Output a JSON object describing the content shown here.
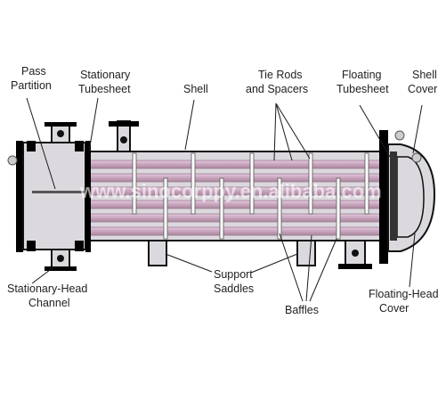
{
  "labels": {
    "pass_partition": [
      "Pass",
      "Partition"
    ],
    "stationary_tubesheet": [
      "Stationary",
      "Tubesheet"
    ],
    "shell": [
      "Shell"
    ],
    "tie_rods_spacers": [
      "Tie Rods",
      "and Spacers"
    ],
    "floating_tubesheet": [
      "Floating",
      "Tubesheet"
    ],
    "shell_cover": [
      "Shell",
      "Cover"
    ],
    "stationary_head_channel": [
      "Stationary-Head",
      "Channel"
    ],
    "support_saddles": [
      "Support",
      "Saddles"
    ],
    "baffles": [
      "Baffles"
    ],
    "floating_head_cover": [
      "Floating-Head",
      "Cover"
    ]
  },
  "watermark": "www.sinocorppy.en.alibaba.com",
  "colors": {
    "vessel_fill": "#dcd9de",
    "tube_fill": "#c9a8c0",
    "tube_edge": "#9c7a93",
    "flange": "#000000",
    "outline": "#111111",
    "text": "#222222"
  }
}
